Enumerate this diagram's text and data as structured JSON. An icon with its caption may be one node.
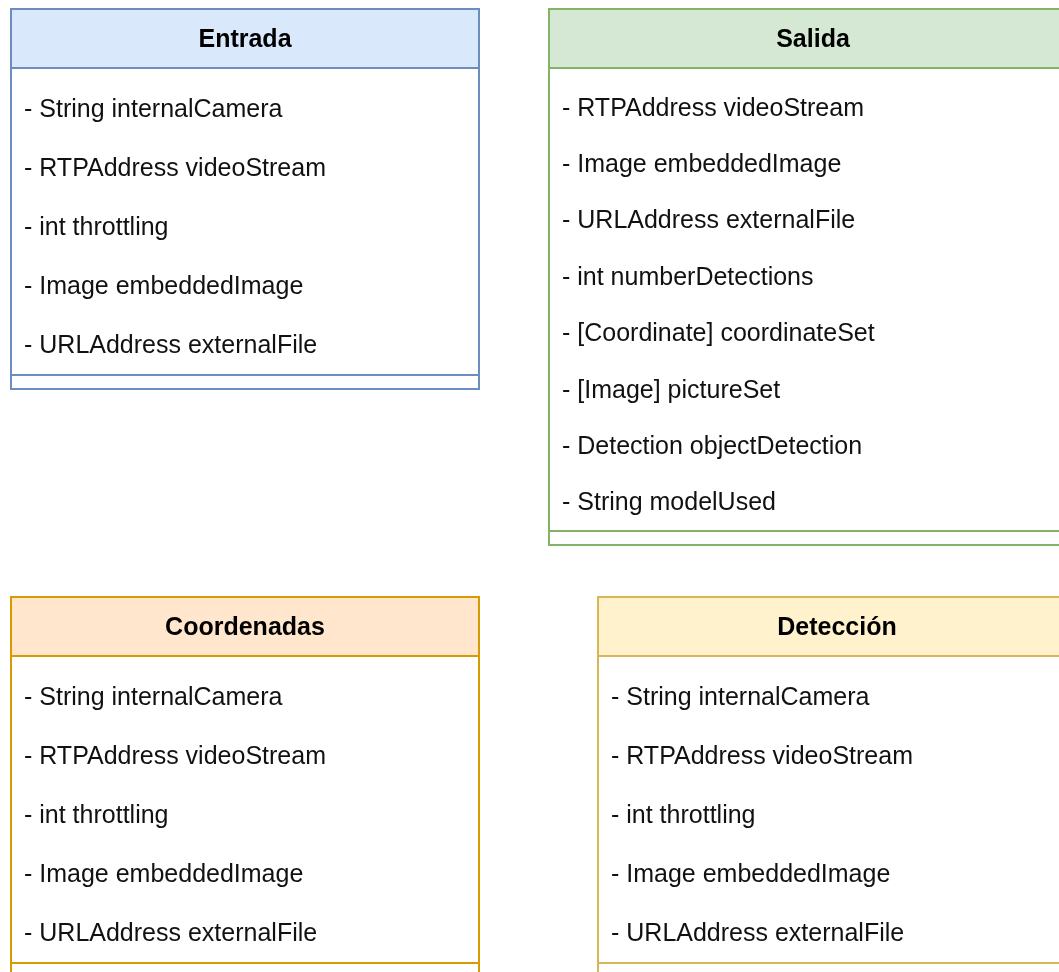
{
  "diagram": {
    "nodes": [
      {
        "text": [
          "Entrada",
          "- String internalCamera",
          "- RTPAddress videoStream",
          "- int throttling",
          "- Image embeddedImage",
          "- URLAddress externalFile"
        ]
      },
      {
        "text": [
          "Salida",
          "- RTPAddress videoStream",
          "- Image embeddedImage",
          "- URLAddress externalFile",
          "- int numberDetections",
          "- [Coordinate] coordinateSet",
          "- [Image] pictureSet",
          "- Detection objectDetection",
          "- String modelUsed"
        ]
      },
      {
        "text": [
          "Coordenadas",
          "- String internalCamera",
          "- RTPAddress videoStream",
          "- int throttling",
          "- Image embeddedImage",
          "- URLAddress externalFile"
        ]
      },
      {
        "text": [
          "Detección",
          "- String internalCamera",
          "- RTPAddress videoStream",
          "- int throttling",
          "- Image embeddedImage",
          "- URLAddress externalFile"
        ]
      }
    ],
    "edges": []
  }
}
